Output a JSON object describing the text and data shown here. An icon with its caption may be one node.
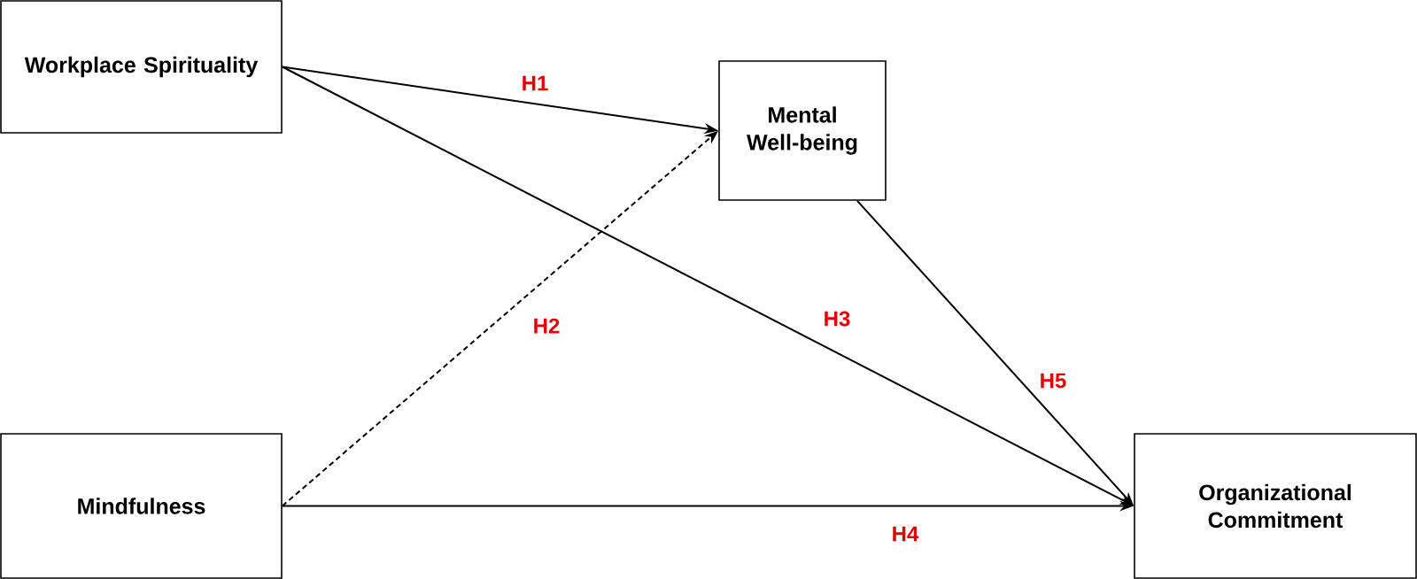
{
  "diagram": {
    "nodes": [
      {
        "text": [
          "Workplace Spirituality"
        ]
      },
      {
        "text": [
          "Mental Well-being"
        ]
      },
      {
        "text": [
          "Mindfulness"
        ]
      },
      {
        "text": [
          "Organizational Commitment"
        ]
      }
    ],
    "edges": [
      {
        "from": 0,
        "to": 1,
        "arrow": "to",
        "label": "H1"
      },
      {
        "from": 2,
        "to": 1,
        "arrow": "to",
        "label": "H2",
        "style": "dashed"
      },
      {
        "from": 0,
        "to": 3,
        "arrow": "to",
        "label": "H3"
      },
      {
        "from": 2,
        "to": 3,
        "arrow": "to",
        "label": "H4"
      },
      {
        "from": 1,
        "to": 3,
        "arrow": "to",
        "label": "H5"
      }
    ]
  }
}
